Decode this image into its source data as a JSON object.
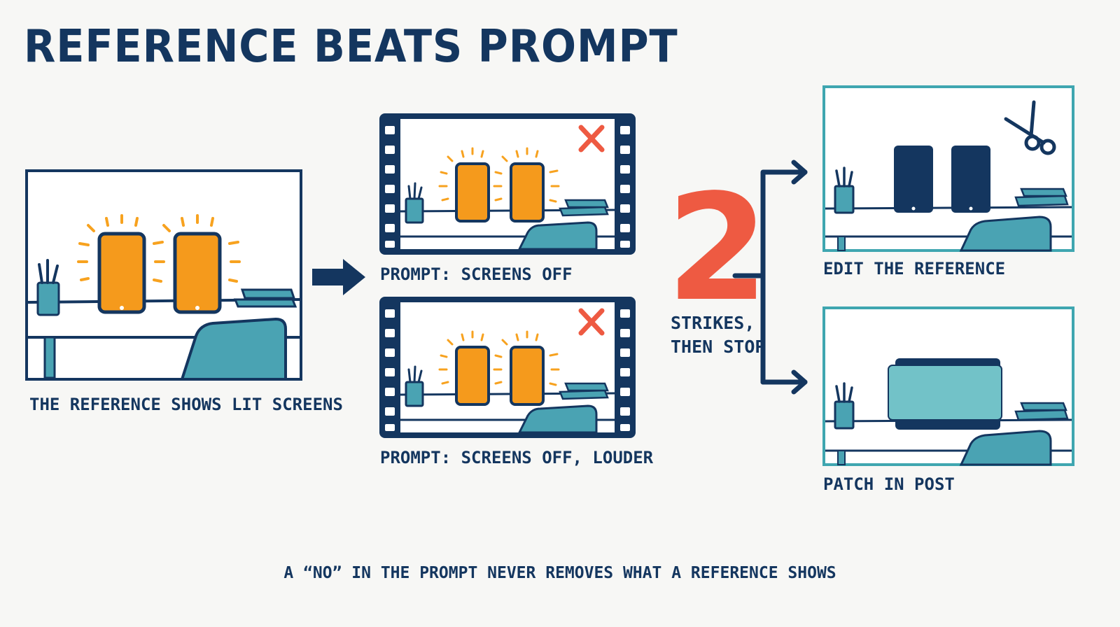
{
  "title": "REFERENCE BEATS PROMPT",
  "reference": {
    "caption": "THE REFERENCE SHOWS LIT SCREENS"
  },
  "attempts": [
    {
      "caption": "PROMPT: SCREENS OFF",
      "status": "fail"
    },
    {
      "caption": "PROMPT: SCREENS OFF, LOUDER",
      "status": "fail"
    }
  ],
  "strikes": {
    "number": "2",
    "line1": "STRIKES,",
    "line2": "THEN STOP"
  },
  "solutions": [
    {
      "caption": "EDIT THE REFERENCE",
      "icon": "scissors-icon"
    },
    {
      "caption": "PATCH IN POST"
    }
  ],
  "footer": "A “NO” IN THE PROMPT NEVER REMOVES WHAT A REFERENCE SHOWS",
  "colors": {
    "navy": "#14365f",
    "orange": "#f59a1c",
    "teal": "#4aa3b3",
    "red": "#ee5a42",
    "tealFrame": "#3fa6b0"
  }
}
